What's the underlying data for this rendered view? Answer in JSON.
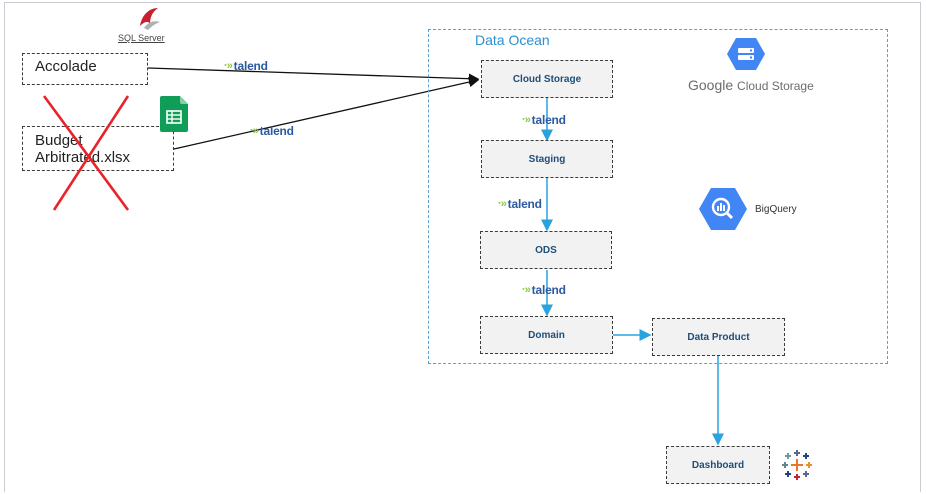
{
  "sources": [
    {
      "id": "accolade",
      "label": "Accolade",
      "tech": "SQL Server"
    },
    {
      "id": "budget",
      "label_line1": "Budget",
      "label_line2": "Arbitrated.xlsx",
      "status": "removed"
    }
  ],
  "container": {
    "label": "Data Ocean"
  },
  "nodes": {
    "cloud_storage": "Cloud Storage",
    "staging": "Staging",
    "ods": "ODS",
    "domain": "Domain",
    "data_product": "Data Product",
    "dashboard": "Dashboard"
  },
  "tool_label": "talend",
  "logos": {
    "gcs_main": "Google",
    "gcs_sub": "Cloud Storage",
    "bigquery": "BigQuery",
    "sql_server": "SQL Server"
  },
  "icons": [
    "sql-server-icon",
    "google-sheets-icon",
    "gcs-icon",
    "bigquery-icon",
    "tableau-icon",
    "red-x-icon",
    "talend-icon"
  ],
  "colors": {
    "arrow_blue": "#29a3e0",
    "cross_red": "#e8232a",
    "ocean_border": "#5aa0d0",
    "sheets_green": "#0f9d58",
    "gcp_blue": "#4285f4"
  }
}
